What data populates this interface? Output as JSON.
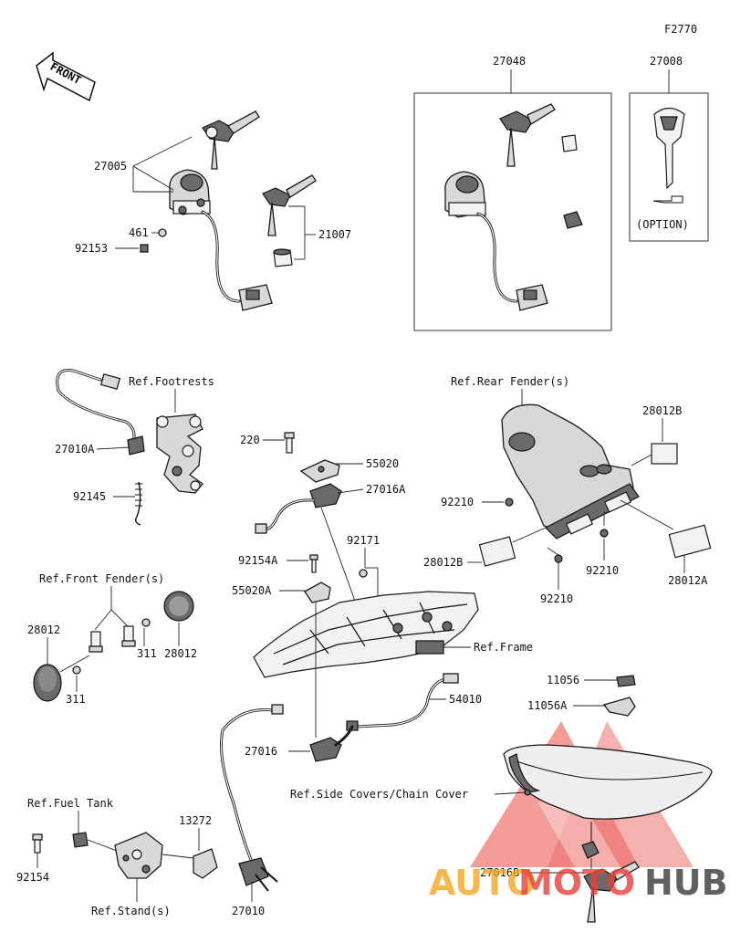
{
  "figure_code": "F2770",
  "front_label": "FRONT",
  "option_label": "(OPTION)",
  "part_numbers": {
    "p27048": "27048",
    "p27008": "27008",
    "p27005": "27005",
    "p461": "461",
    "p92153": "92153",
    "p21007": "21007",
    "p27010A": "27010A",
    "p92145": "92145",
    "p220": "220",
    "p55020": "55020",
    "p27016A": "27016A",
    "p28012B_top": "28012B",
    "p92210_left": "92210",
    "p92171": "92171",
    "p92154A": "92154A",
    "p55020A": "55020A",
    "p28012B_left": "28012B",
    "p92210_mid": "92210",
    "p92210_right": "92210",
    "p28012A": "28012A",
    "p28012_left": "28012",
    "p311_left": "311",
    "p311_mid": "311",
    "p28012_mid": "28012",
    "p54010": "54010",
    "p11056": "11056",
    "p11056A": "11056A",
    "p27016": "27016",
    "p92154": "92154",
    "p13272": "13272",
    "p27016B": "27016B",
    "p27010": "27010"
  },
  "references": {
    "footrests": "Ref.Footrests",
    "rear_fender": "Ref.Rear Fender(s)",
    "front_fender": "Ref.Front Fender(s)",
    "frame": "Ref.Frame",
    "side_covers": "Ref.Side Covers/Chain Cover",
    "fuel_tank": "Ref.Fuel Tank",
    "stand": "Ref.Stand(s)"
  },
  "watermark": {
    "part1": "AUTO",
    "part2": "MOTO",
    "part3": "HUB",
    "color_orange": "#f5a623",
    "color_red": "#e8413a",
    "color_dark": "#3a3a3a"
  }
}
